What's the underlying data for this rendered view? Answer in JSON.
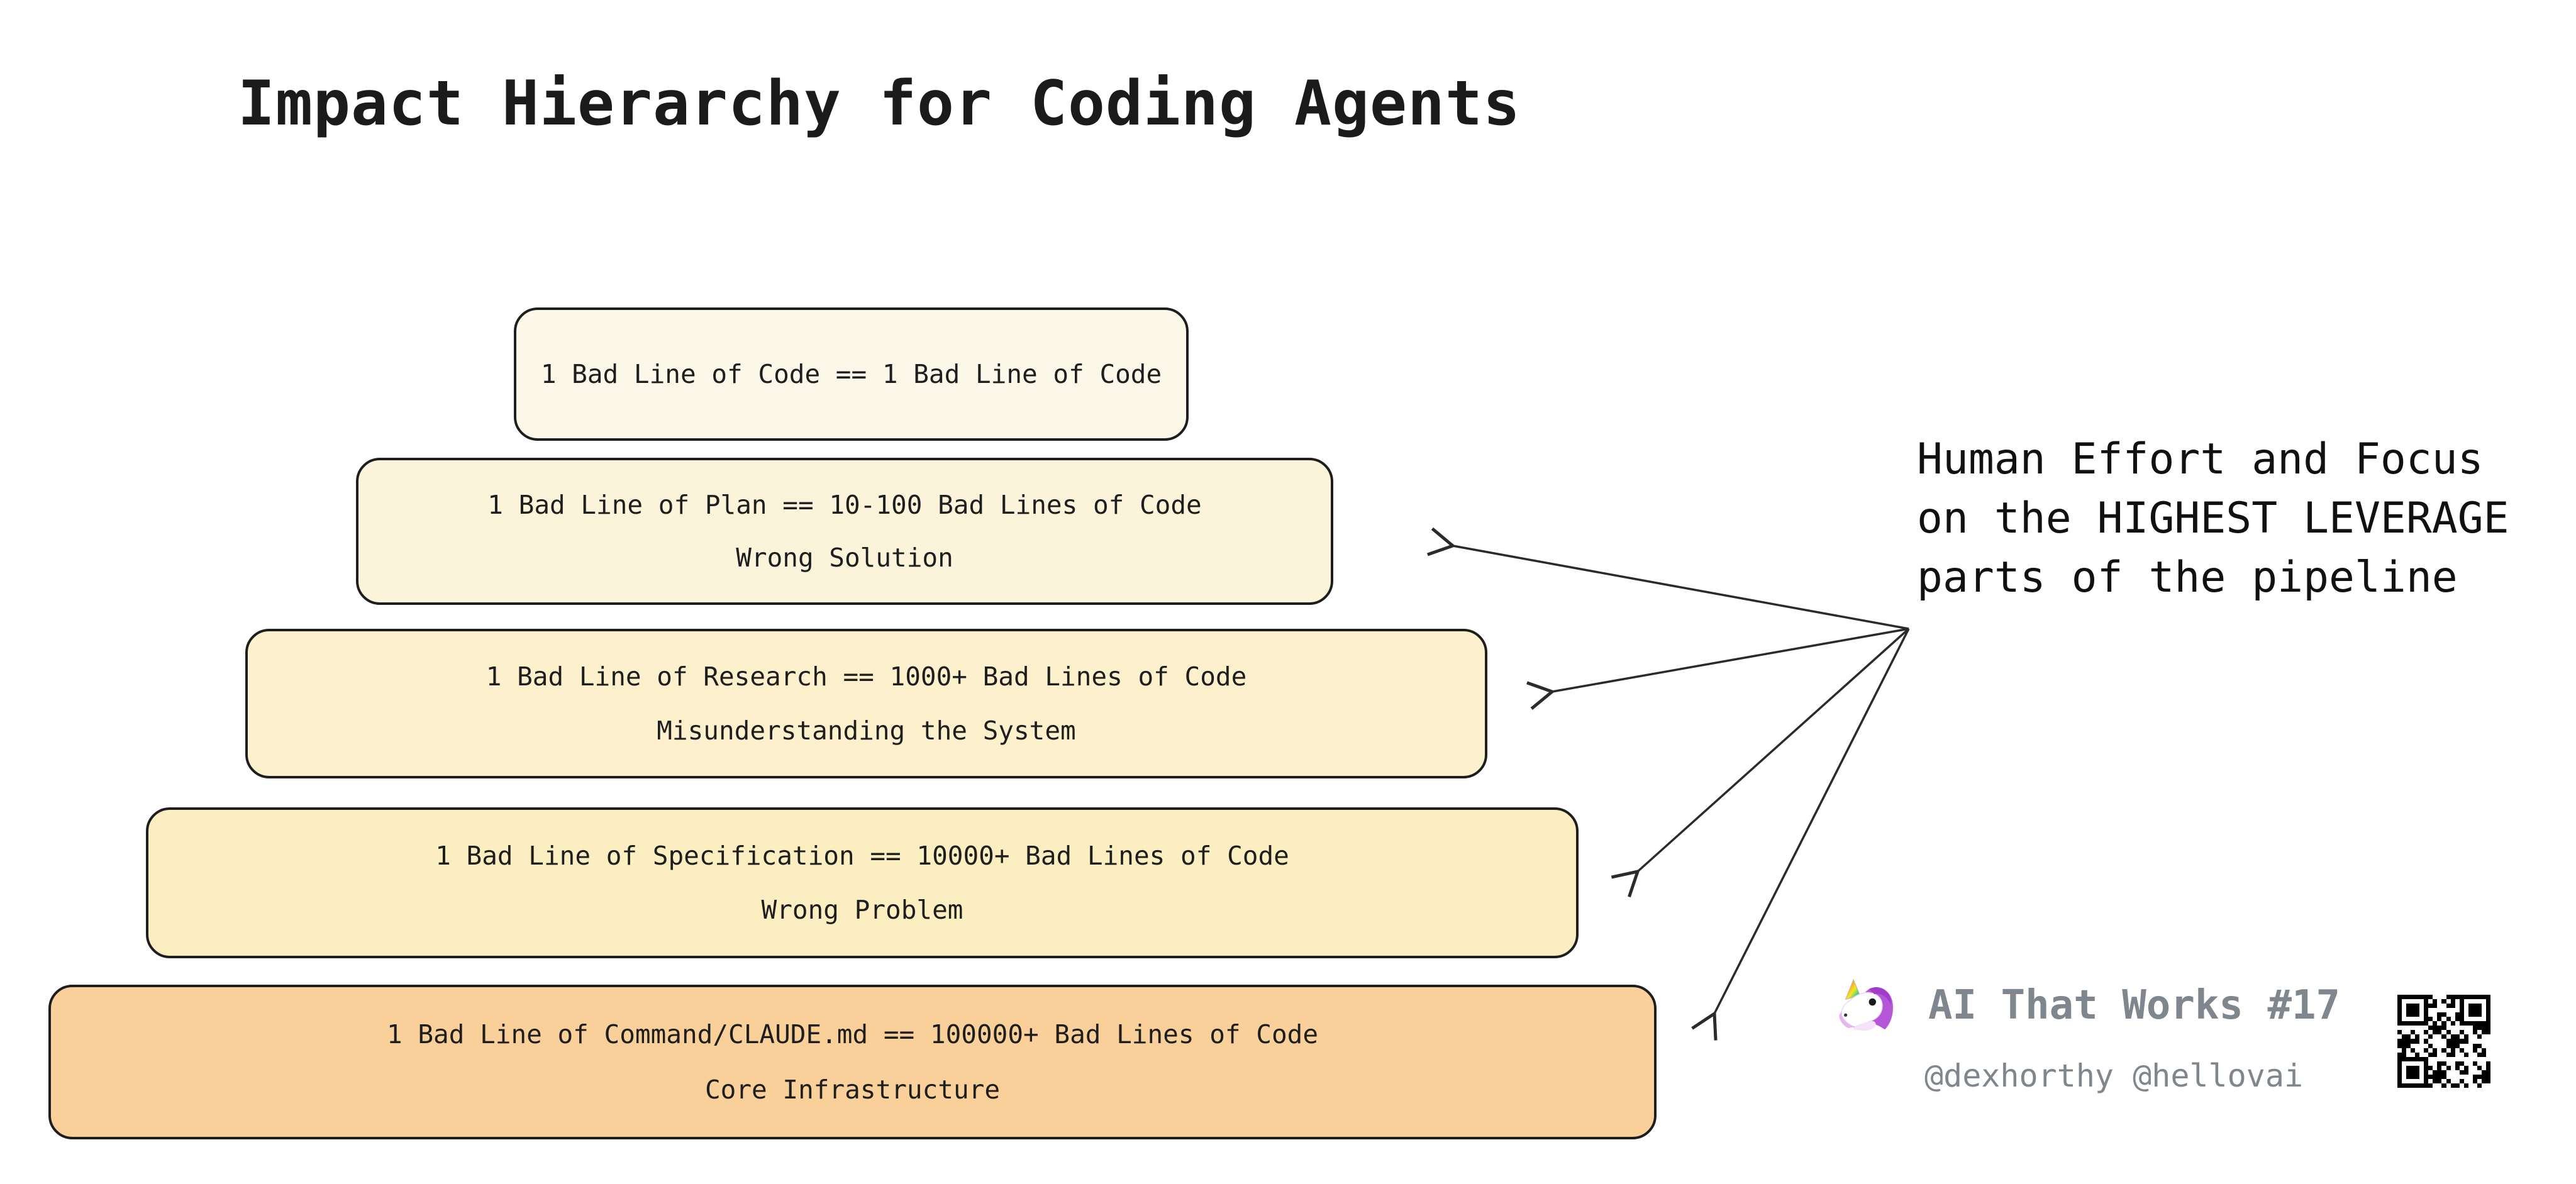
{
  "title": "Impact Hierarchy for Coding Agents",
  "pyramid": {
    "levels": [
      {
        "equation": "1 Bad Line of Code == 1 Bad Line of Code",
        "label": "",
        "fill": "#fbf7e9"
      },
      {
        "equation": "1 Bad Line of Plan == 10-100 Bad Lines of Code",
        "label": "Wrong Solution",
        "fill": "#fbf4db"
      },
      {
        "equation": "1 Bad Line of Research == 1000+ Bad Lines of Code",
        "label": "Misunderstanding the System",
        "fill": "#fcf1cc"
      },
      {
        "equation": "1 Bad Line of Specification == 10000+ Bad Lines of Code",
        "label": "Wrong Problem",
        "fill": "#fbeec0"
      },
      {
        "equation": "1 Bad Line of Command/CLAUDE.md == 100000+ Bad Lines of Code",
        "label": "Core Infrastructure",
        "fill": "#f9d099"
      }
    ]
  },
  "annotation": {
    "line1": "Human Effort and Focus",
    "line2": "on the HIGHEST LEVERAGE",
    "line3": "parts of the pipeline"
  },
  "attribution": {
    "series_title": "AI That Works #17",
    "handles": "@dexhorthy @hellovai",
    "unicorn_icon": "unicorn-icon",
    "qr_icon": "qr-code-icon"
  },
  "colors": {
    "background": "#ffffff",
    "stroke": "#1e1e1e",
    "arrow": "#2b2b2b",
    "attribution_text": "#7f868d",
    "level_fills": [
      "#fbf7e9",
      "#fbf4db",
      "#fcf1cc",
      "#fbeec0",
      "#f9d099"
    ]
  }
}
